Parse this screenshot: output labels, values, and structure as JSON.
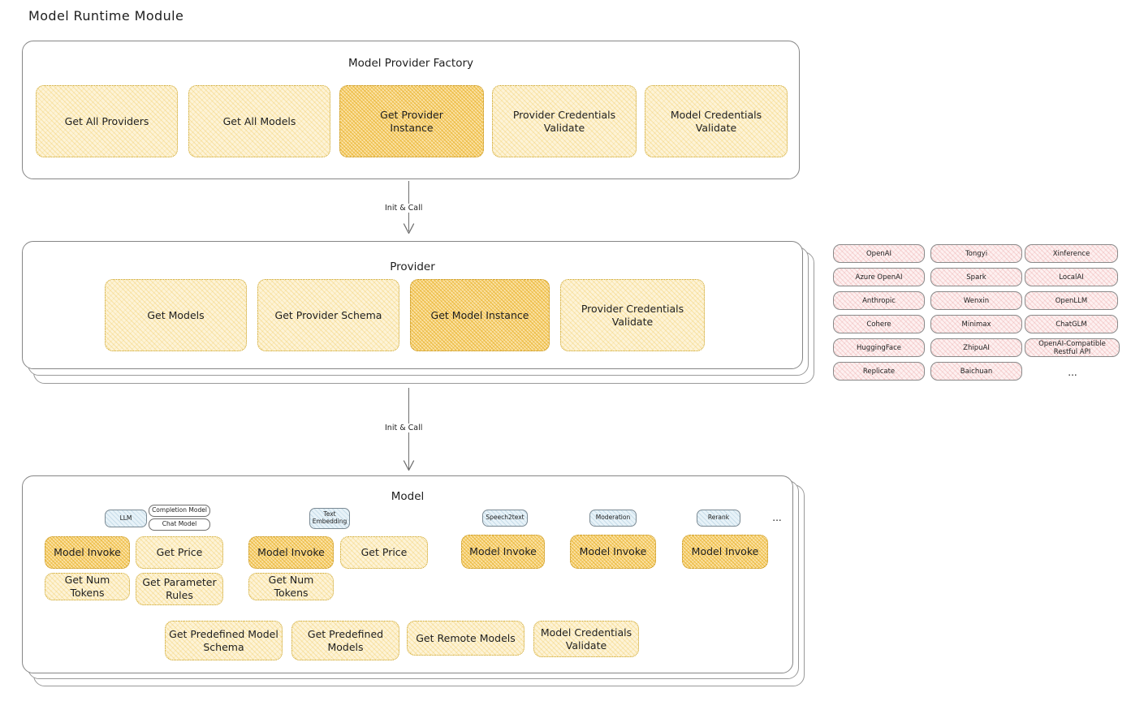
{
  "page": {
    "title": "Model Runtime Module"
  },
  "factory": {
    "title": "Model Provider Factory",
    "nodes": [
      {
        "label": "Get All Providers",
        "highlight": false
      },
      {
        "label": "Get All Models",
        "highlight": false
      },
      {
        "label": "Get Provider\nInstance",
        "highlight": true
      },
      {
        "label": "Provider Credentials\nValidate",
        "highlight": false
      },
      {
        "label": "Model Credentials\nValidate",
        "highlight": false
      }
    ]
  },
  "arrows": [
    {
      "label": "Init & Call"
    },
    {
      "label": "Init & Call"
    }
  ],
  "provider": {
    "title": "Provider",
    "nodes": [
      {
        "label": "Get Models",
        "highlight": false
      },
      {
        "label": "Get Provider Schema",
        "highlight": false
      },
      {
        "label": "Get Model Instance",
        "highlight": true
      },
      {
        "label": "Provider Credentials\nValidate",
        "highlight": false
      }
    ]
  },
  "provider_list": {
    "columns": [
      [
        "OpenAI",
        "Azure OpenAI",
        "Anthropic",
        "Cohere",
        "HuggingFace",
        "Replicate"
      ],
      [
        "Tongyi",
        "Spark",
        "Wenxin",
        "Minimax",
        "ZhipuAI",
        "Baichuan"
      ],
      [
        "Xinference",
        "LocalAI",
        "OpenLLM",
        "ChatGLM",
        "OpenAI-Compatible Restful API"
      ]
    ],
    "more": "..."
  },
  "model": {
    "title": "Model",
    "more": "...",
    "types": [
      {
        "name": "LLM",
        "sub_badges": [
          "Completion Model",
          "Chat Model"
        ],
        "nodes": [
          {
            "label": "Model Invoke",
            "highlight": true
          },
          {
            "label": "Get Price",
            "highlight": false
          },
          {
            "label": "Get Num Tokens",
            "highlight": false
          },
          {
            "label": "Get Parameter\nRules",
            "highlight": false
          }
        ]
      },
      {
        "name": "Text\nEmbedding",
        "sub_badges": [],
        "nodes": [
          {
            "label": "Model Invoke",
            "highlight": true
          },
          {
            "label": "Get Price",
            "highlight": false
          },
          {
            "label": "Get Num Tokens",
            "highlight": false
          }
        ]
      },
      {
        "name": "Speech2text",
        "sub_badges": [],
        "nodes": [
          {
            "label": "Model Invoke",
            "highlight": true
          }
        ]
      },
      {
        "name": "Moderation",
        "sub_badges": [],
        "nodes": [
          {
            "label": "Model Invoke",
            "highlight": true
          }
        ]
      },
      {
        "name": "Rerank",
        "sub_badges": [],
        "nodes": [
          {
            "label": "Model Invoke",
            "highlight": true
          }
        ]
      }
    ],
    "common_nodes": [
      {
        "label": "Get Predefined Model\nSchema",
        "highlight": false
      },
      {
        "label": "Get Predefined\nModels",
        "highlight": false
      },
      {
        "label": "Get Remote Models",
        "highlight": false
      },
      {
        "label": "Model Credentials\nValidate",
        "highlight": false
      }
    ]
  },
  "colors": {
    "node_fill_light": "#fdf3d7",
    "node_fill_strong": "#fbe3a8",
    "chip_fill": "#fdf0f0",
    "badge_fill": "#e7f2f8",
    "stroke": "#868686",
    "text": "#1e1e1e"
  }
}
